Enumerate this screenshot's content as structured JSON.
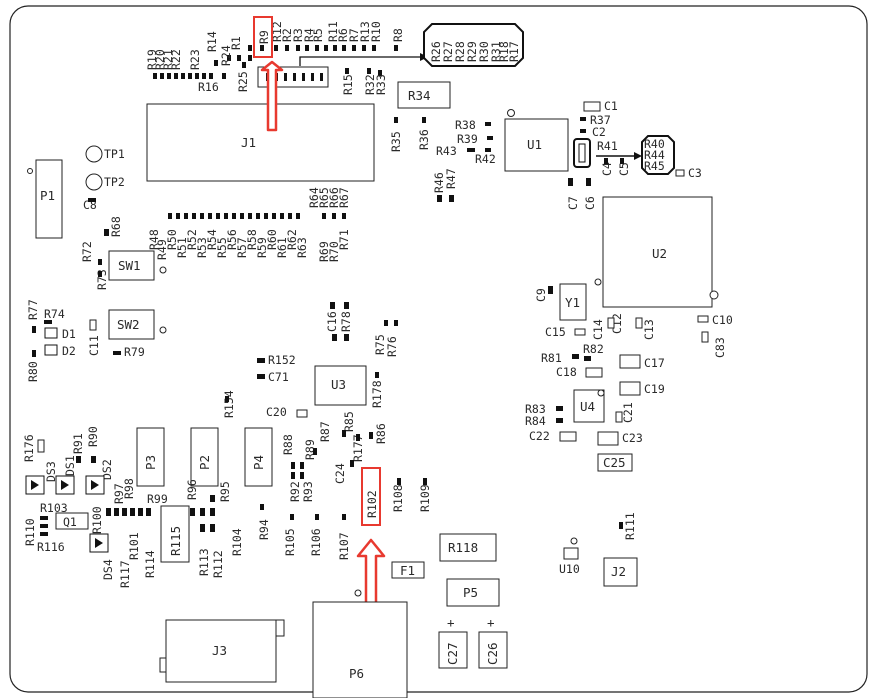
{
  "diagram": {
    "title": "",
    "colors": {
      "outline": "#222222",
      "pad": "#111111",
      "highlight": "#e8392f",
      "background": "#ffffff"
    },
    "highlighted_parts": [
      "R9",
      "R102"
    ],
    "components": {
      "J1": "J1",
      "J2": "J2",
      "J3": "J3",
      "P1": "P1",
      "P2": "P2",
      "P3": "P3",
      "P4": "P4",
      "P5": "P5",
      "P6": "P6",
      "U1": "U1",
      "U2": "U2",
      "U3": "U3",
      "U4": "U4",
      "U10": "U10",
      "SW1": "SW1",
      "SW2": "SW2",
      "TP1": "TP1",
      "TP2": "TP2",
      "Y1": "Y1",
      "Q1": "Q1",
      "F1": "F1",
      "R34": "R34",
      "R102": "R102",
      "R115": "R115",
      "R118": "R118",
      "R9": "R9",
      "C25": "C25",
      "C26": "C26",
      "C27": "C27"
    },
    "labels": [
      "R19",
      "R20",
      "R21",
      "R22",
      "R23",
      "R14",
      "R24",
      "R1",
      "R16",
      "R25",
      "R2",
      "R12",
      "R3",
      "R4",
      "R5",
      "R11",
      "R6",
      "R7",
      "R13",
      "R10",
      "R8",
      "R15",
      "R32",
      "R33",
      "R26",
      "R27",
      "R28",
      "R29",
      "R30",
      "R31",
      "R18",
      "R17",
      "R35",
      "R36",
      "R38",
      "R39",
      "R43",
      "R42",
      "R37",
      "R41",
      "R40",
      "R44",
      "R45",
      "C1",
      "C2",
      "C3",
      "C4",
      "C5",
      "C6",
      "C7",
      "C8",
      "R46",
      "R47",
      "R68",
      "R72",
      "R73",
      "R48",
      "R49",
      "R50",
      "R51",
      "R52",
      "R53",
      "R54",
      "R55",
      "R56",
      "R57",
      "R58",
      "R59",
      "R60",
      "R61",
      "R62",
      "R63",
      "R64",
      "R65",
      "R66",
      "R67",
      "R69",
      "R70",
      "R71",
      "R77",
      "R74",
      "D1",
      "D2",
      "R80",
      "C11",
      "R79",
      "C16",
      "R78",
      "R75",
      "R76",
      "R152",
      "C71",
      "R154",
      "R178",
      "C20",
      "R87",
      "R85",
      "R86",
      "R177",
      "R88",
      "R89",
      "C24",
      "R92",
      "R93",
      "R176",
      "DS3",
      "DS1",
      "R91",
      "R90",
      "DS2",
      "R97",
      "R98",
      "R99",
      "R96",
      "R95",
      "R100",
      "R103",
      "R110",
      "R116",
      "R101",
      "R114",
      "R117",
      "DS4",
      "R113",
      "R112",
      "R104",
      "R94",
      "R105",
      "R106",
      "R107",
      "R108",
      "R109",
      "C9",
      "C15",
      "C14",
      "C12",
      "C13",
      "C10",
      "C83",
      "R81",
      "R82",
      "C17",
      "C18",
      "C19",
      "R83",
      "R84",
      "C21",
      "C22",
      "C23",
      "R111"
    ]
  }
}
